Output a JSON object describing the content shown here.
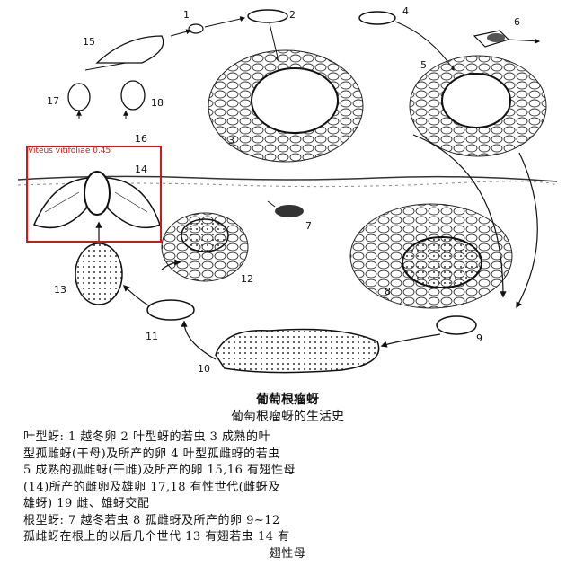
{
  "detection": {
    "label": "Viteus vitifoliae 0.45"
  },
  "figure": {
    "stage_numbers": [
      "1",
      "2",
      "3",
      "4",
      "5",
      "6",
      "7",
      "8",
      "9",
      "10",
      "11",
      "12",
      "13",
      "14",
      "15",
      "16",
      "17",
      "18"
    ]
  },
  "caption": {
    "title": "葡萄根瘤蚜",
    "subtitle": "葡萄根瘤蚜的生活史",
    "lines": [
      "叶型蚜:  1 越冬卵  2 叶型蚜的若虫  3 成熟的叶",
      "型孤雌蚜(干母)及所产的卵  4 叶型孤雌蚜的若虫",
      "5 成熟的孤雌蚜(干雌)及所产的卵  15,16 有翅性母",
      "(14)所产的雌卵及雄卵  17,18 有性世代(雌蚜及",
      "雄蚜)  19 雌、雄蚜交配",
      "根型蚜:  7 越冬若虫  8 孤雌蚜及所产的卵  9~12",
      "孤雌蚜在根上的以后几个世代  13 有翅若虫  14 有",
      "翅性母"
    ]
  }
}
